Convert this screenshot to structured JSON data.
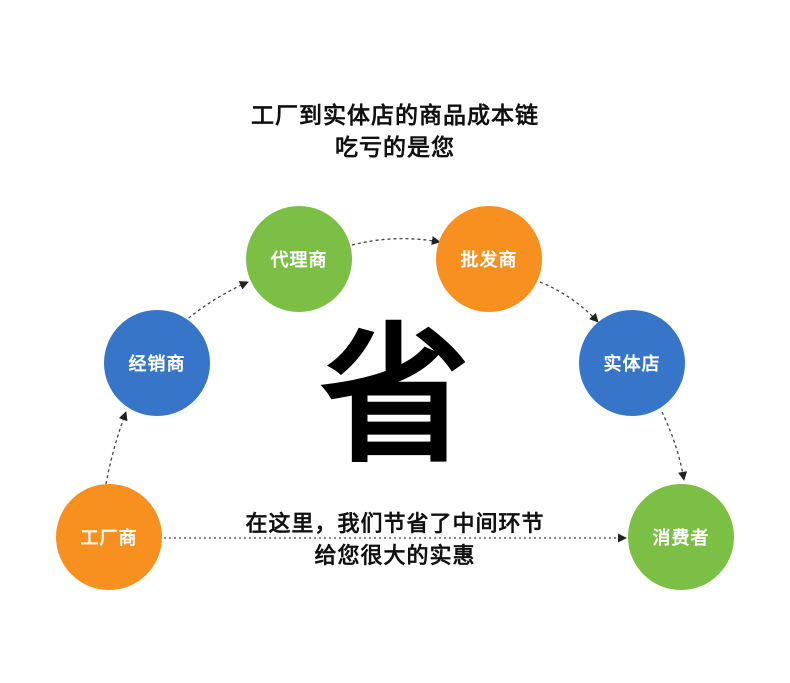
{
  "title": {
    "line1": "工厂到实体店的商品成本链",
    "line2": "吃亏的是您"
  },
  "nodes": {
    "factory": "工厂商",
    "distributor": "经销商",
    "agent": "代理商",
    "wholesaler": "批发商",
    "store": "实体店",
    "consumer": "消费者"
  },
  "center_char": "省",
  "subtitle": {
    "line1": "在这里，我们节省了中间环节",
    "line2": "给您很大的实惠"
  },
  "colors": {
    "orange": "#F7901E",
    "blue": "#3775C9",
    "green": "#7BBF45",
    "arrow": "#333333"
  }
}
